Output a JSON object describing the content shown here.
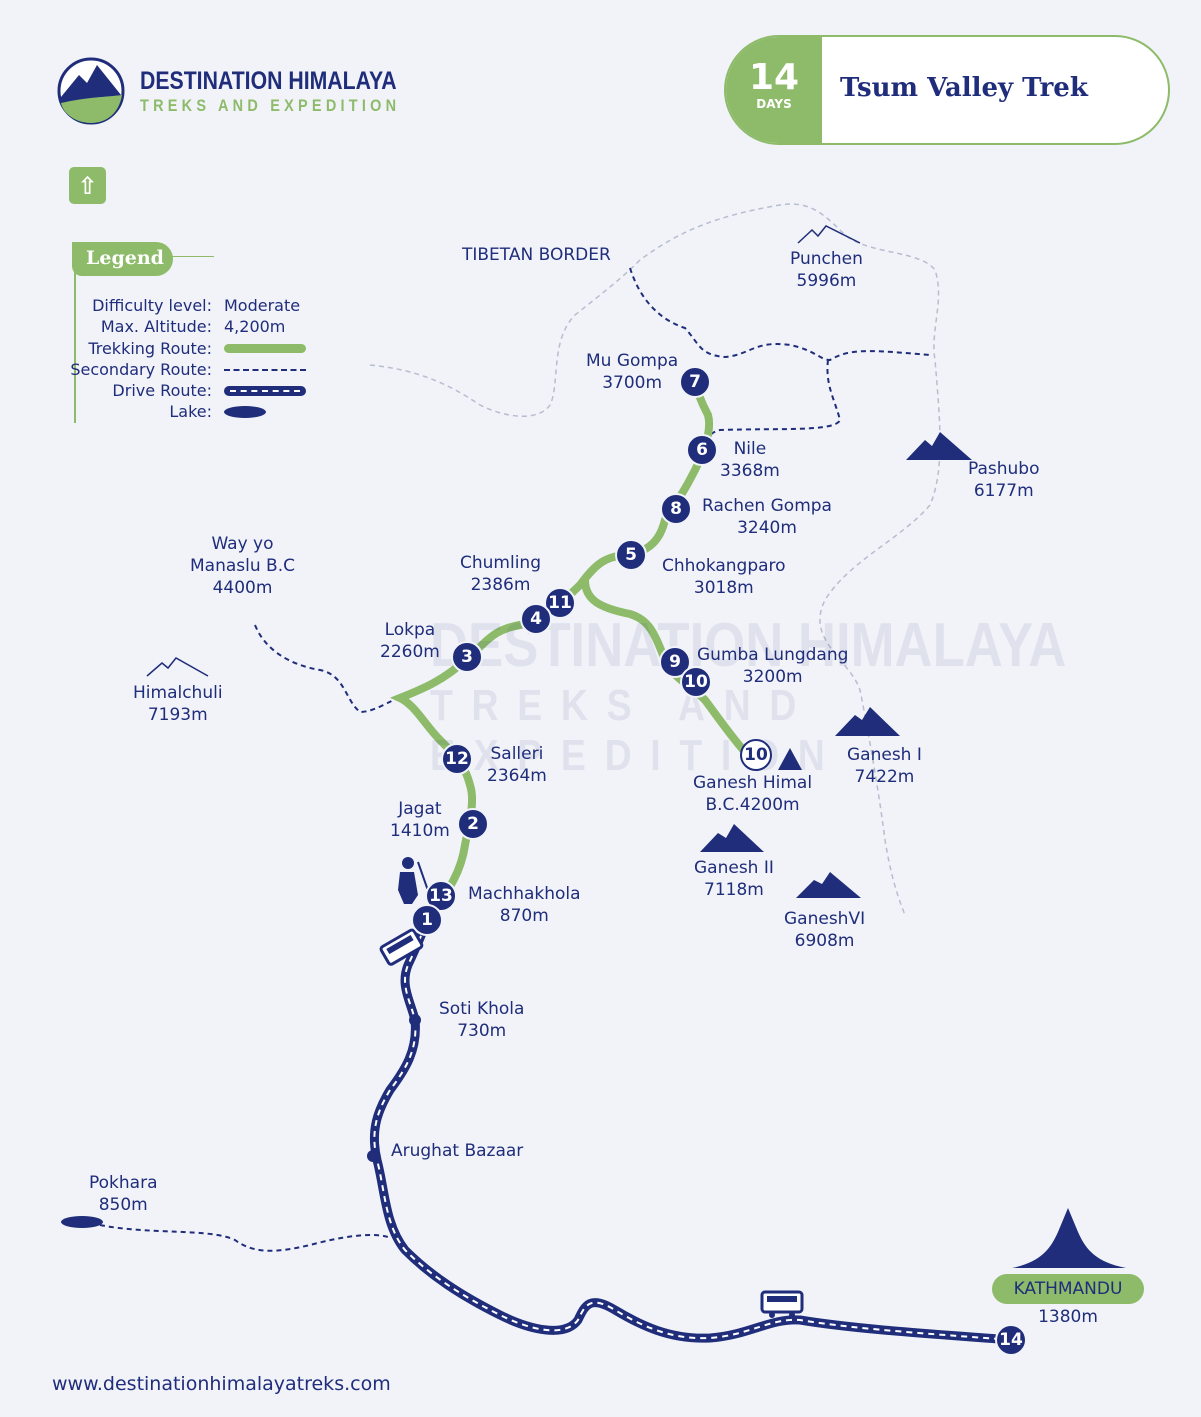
{
  "brand": {
    "line1": "DESTINATION HIMALAYA",
    "line2": "TREKS AND EXPEDITION",
    "website": "www.destinationhimalayatreks.com"
  },
  "header": {
    "days_number": "14",
    "days_label": "DAYS",
    "title": "Tsum Valley Trek"
  },
  "colors": {
    "navy": "#1f2d7b",
    "green": "#8dbb6a",
    "background": "#f1f3f8"
  },
  "north_icon": "arrow-up-icon",
  "legend": {
    "title": "Legend",
    "difficulty_label": "Difficulty level:",
    "difficulty_value": "Moderate",
    "altitude_label": "Max. Altitude:",
    "altitude_value": "4,200m",
    "trekking_label": "Trekking Route:",
    "secondary_label": "Secondary Route:",
    "drive_label": "Drive Route:",
    "lake_label": "Lake:"
  },
  "border_label": "TIBETAN BORDER",
  "places": [
    {
      "name": "Punchen",
      "alt": "5996m"
    },
    {
      "name": "Mu Gompa",
      "alt": "3700m"
    },
    {
      "name": "Nile",
      "alt": "3368m"
    },
    {
      "name": "Pashubo",
      "alt": "6177m"
    },
    {
      "name": "Rachen Gompa",
      "alt": "3240m"
    },
    {
      "name": "Way yo",
      "alt": "Manaslu B.C",
      "alt2": "4400m"
    },
    {
      "name": "Chumling",
      "alt": "2386m"
    },
    {
      "name": "Chhokangparo",
      "alt": "3018m"
    },
    {
      "name": "Lokpa",
      "alt": "2260m"
    },
    {
      "name": "Gumba Lungdang",
      "alt": "3200m"
    },
    {
      "name": "Himalchuli",
      "alt": "7193m"
    },
    {
      "name": "Salleri",
      "alt": "2364m"
    },
    {
      "name": "Ganesh Himal",
      "alt": "B.C.4200m"
    },
    {
      "name": "Ganesh I",
      "alt": "7422m"
    },
    {
      "name": "Jagat",
      "alt": "1410m"
    },
    {
      "name": "Ganesh II",
      "alt": "7118m"
    },
    {
      "name": "GaneshVI",
      "alt": "6908m"
    },
    {
      "name": "Machhakhola",
      "alt": "870m"
    },
    {
      "name": "Soti Khola",
      "alt": "730m"
    },
    {
      "name": "Arughat Bazaar"
    },
    {
      "name": "Pokhara",
      "alt": "850m"
    },
    {
      "name": "KATHMANDU",
      "alt": "1380m"
    }
  ],
  "markers": [
    "7",
    "6",
    "8",
    "5",
    "11",
    "4",
    "3",
    "9",
    "10",
    "10",
    "12",
    "2",
    "13",
    "1",
    "14"
  ]
}
